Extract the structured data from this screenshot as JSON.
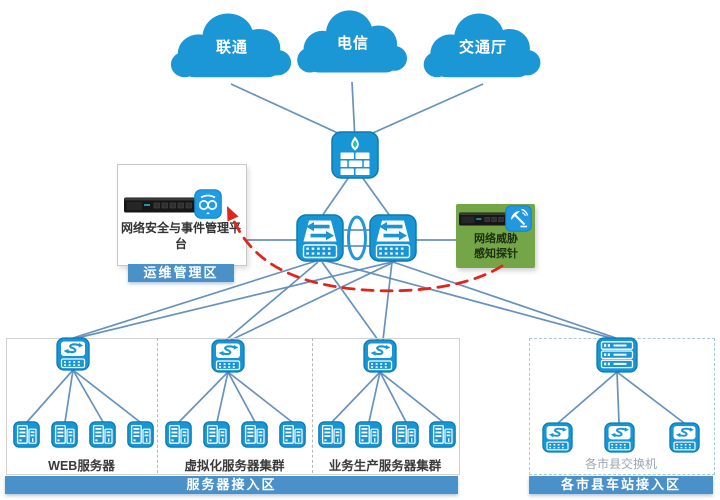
{
  "clouds": [
    {
      "label": "联通"
    },
    {
      "label": "电信"
    },
    {
      "label": "交通厅"
    }
  ],
  "management_zone": {
    "device_label": "网络安全与事件管理平台",
    "zone_label": "运维管理区"
  },
  "threat_probe": {
    "label": "网络威胁感知探针"
  },
  "server_zone": {
    "zone_label": "服务器接入区",
    "groups": [
      {
        "label": "WEB服务器",
        "servers": 4
      },
      {
        "label": "虚拟化服务器集群",
        "servers": 4
      },
      {
        "label": "业务生产服务器集群",
        "servers": 4
      }
    ]
  },
  "station_zone": {
    "zone_label": "各市县车站接入区",
    "switch_label": "各市县交换机",
    "switches": 3
  },
  "icons": {
    "cloud": "cloud-icon",
    "firewall": "firewall-icon",
    "core_switch": "core-switch-icon",
    "link_aggregation": "link-aggregation-ellipse",
    "access_switch": "access-switch-icon",
    "server": "server-icon",
    "router_stack": "router-stack-icon",
    "siem_app": "siem-app-icon",
    "threat_probe_icon": "radar-probe-icon",
    "rack_device": "rack-server-image",
    "alert_arrow": "red-dashed-alert-arrow"
  },
  "colors": {
    "icon_blue": "#1795d4",
    "line_blue": "#5f8cba",
    "alert_red": "#e2251b",
    "probe_green": "#74a647",
    "zone_bar_blue": "#4a90c9"
  }
}
